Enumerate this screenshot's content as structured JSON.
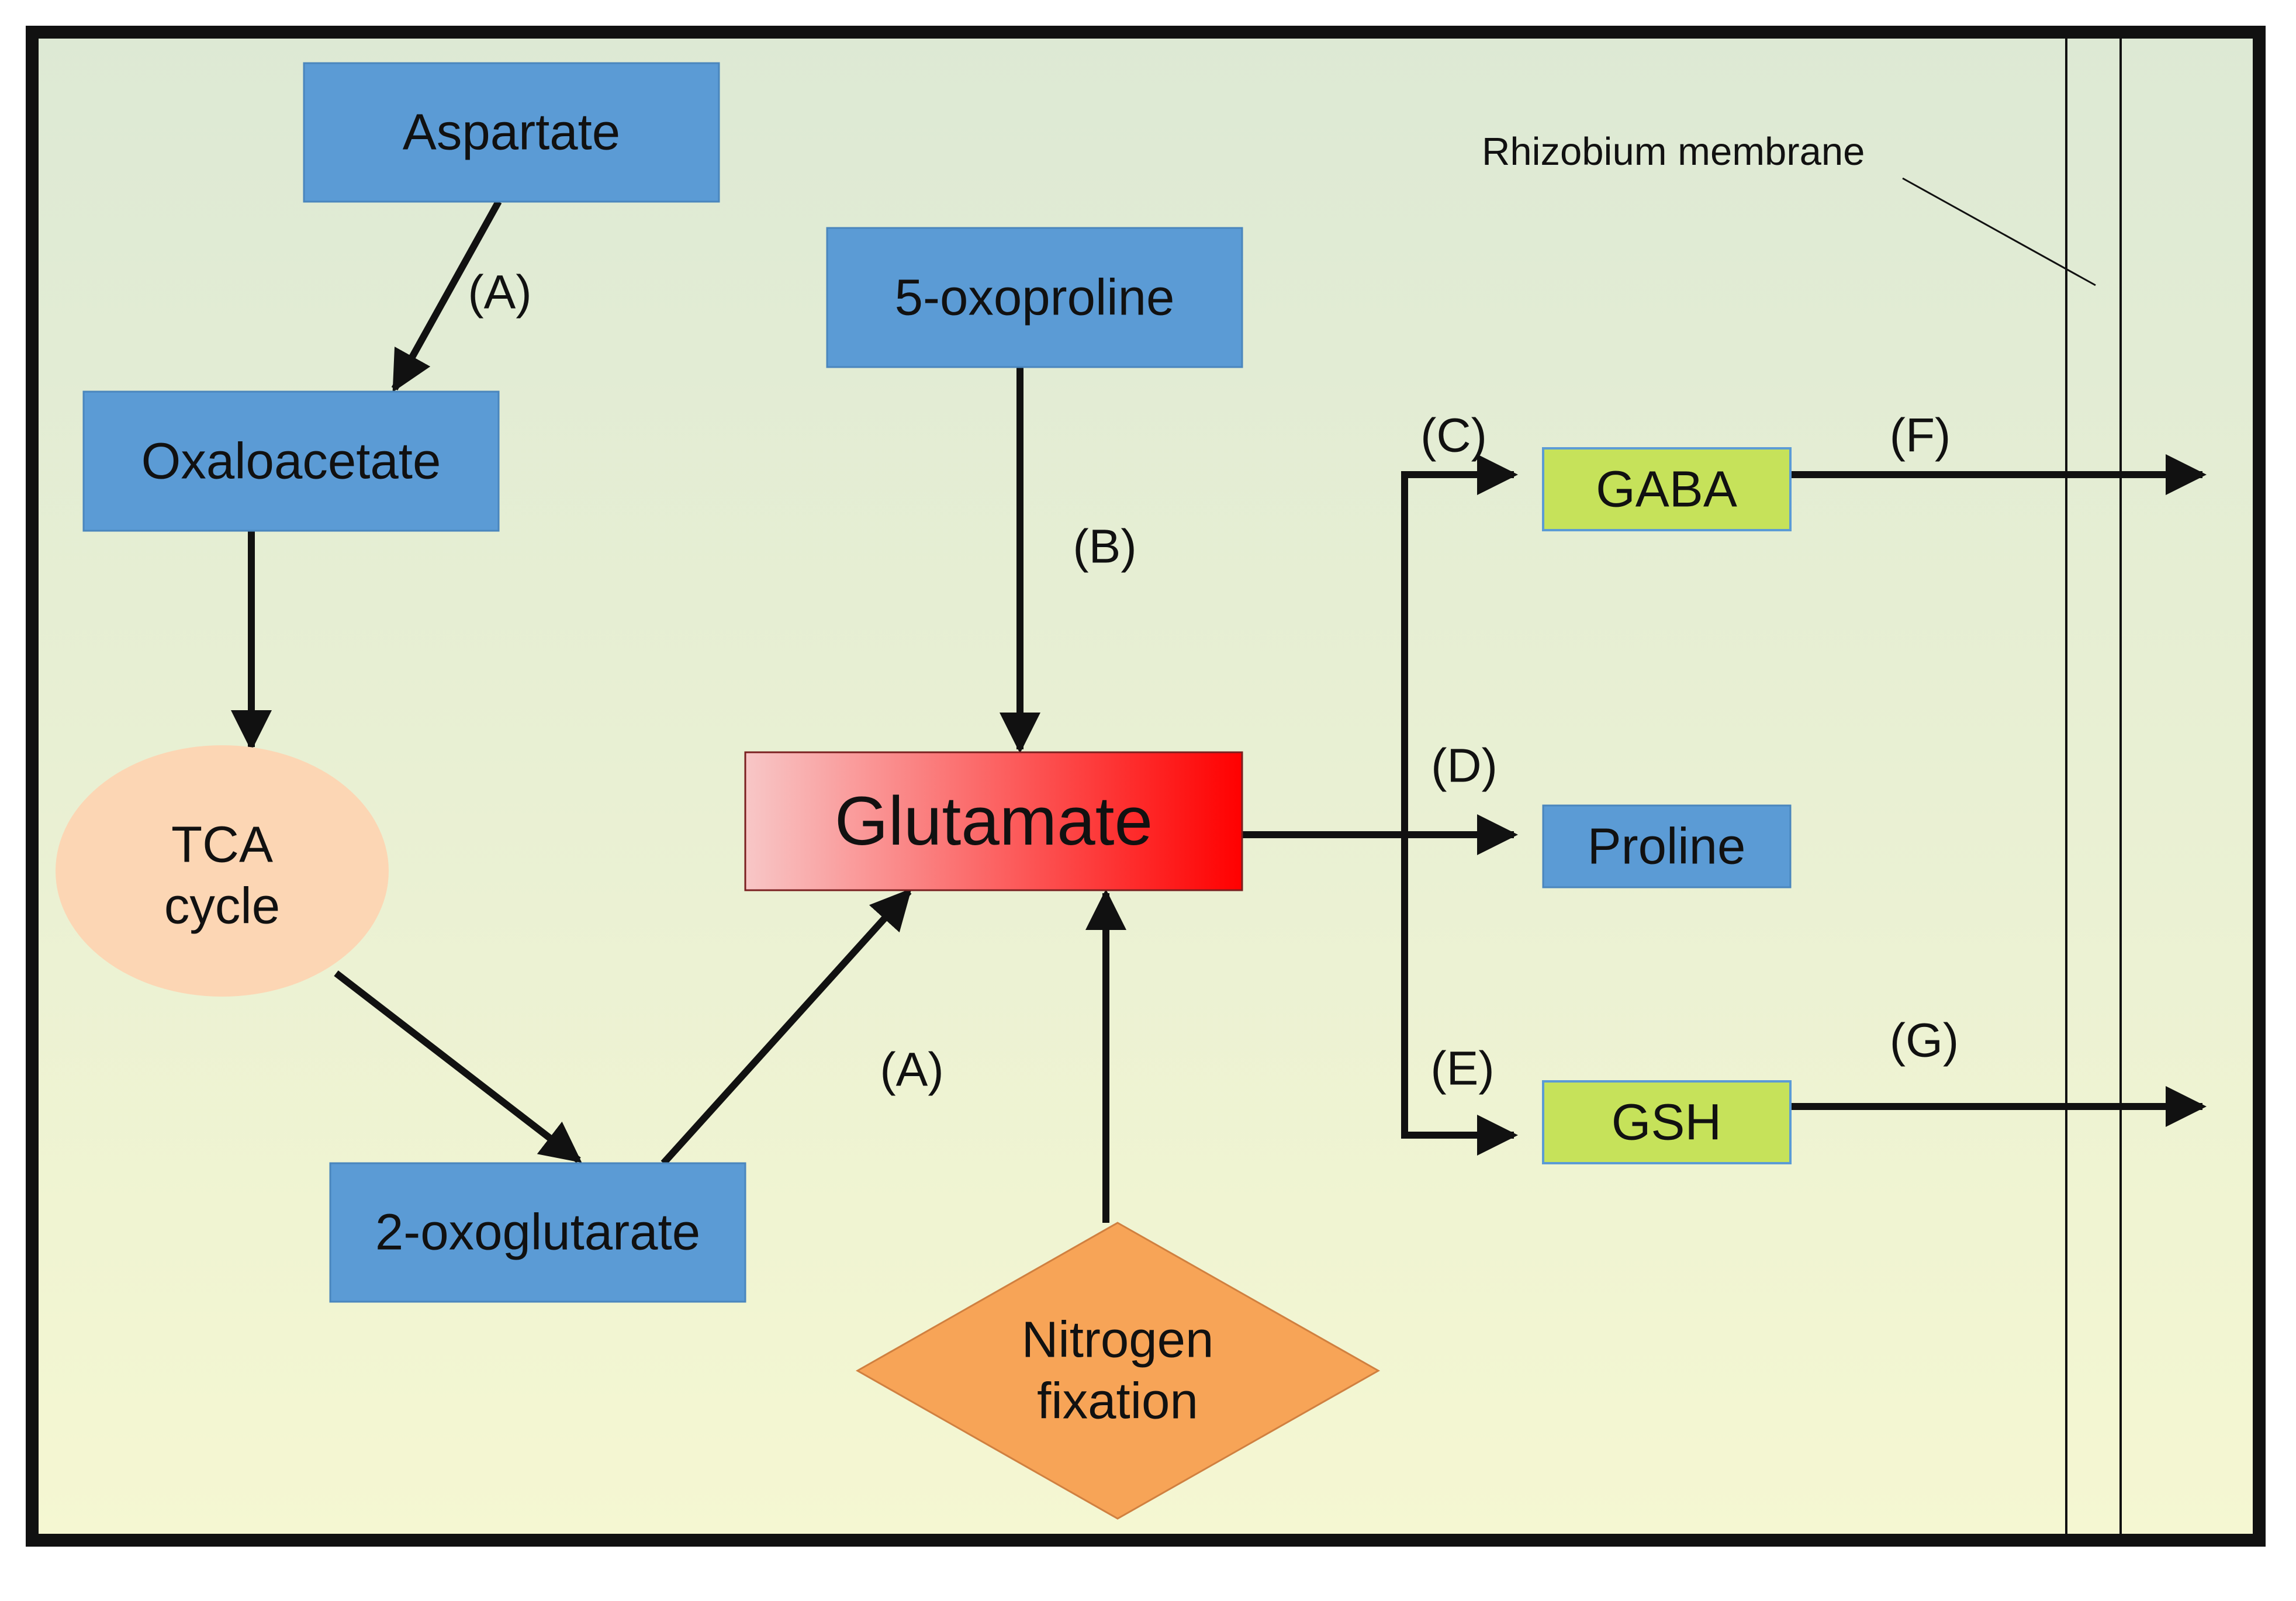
{
  "colors": {
    "frame": "#111111",
    "background_top": "#dde9d4",
    "background_bottom": "#f5f7d2",
    "metabolite": "#5b9bd5",
    "secreted": "#c6e25a",
    "tca": "#fcd6b4",
    "nitrogen": "#f7a457",
    "glutamate_light": "#f8c7c7",
    "glutamate_dark": "#ff0000",
    "arrow": "#111111"
  },
  "nodes": {
    "aspartate": "Aspartate",
    "oxaloacetate": "Oxaloacetate",
    "tca_line1": "TCA",
    "tca_line2": "cycle",
    "oxoglutarate": "2-oxoglutarate",
    "oxoproline": "5-oxoproline",
    "glutamate": "Glutamate",
    "nitrogen_line1": "Nitrogen",
    "nitrogen_line2": "fixation",
    "gaba": "GABA",
    "proline": "Proline",
    "gsh": "GSH"
  },
  "edge_labels": {
    "aspartate_to_oxaloacetate": "(A)",
    "oxoproline_to_glutamate": "(B)",
    "oxoglutarate_to_glutamate": "(A)",
    "glutamate_to_gaba": "(C)",
    "glutamate_to_proline": "(D)",
    "glutamate_to_gsh": "(E)",
    "gaba_export": "(F)",
    "gsh_export": "(G)"
  },
  "annotations": {
    "membrane": "Rhizobium membrane"
  }
}
